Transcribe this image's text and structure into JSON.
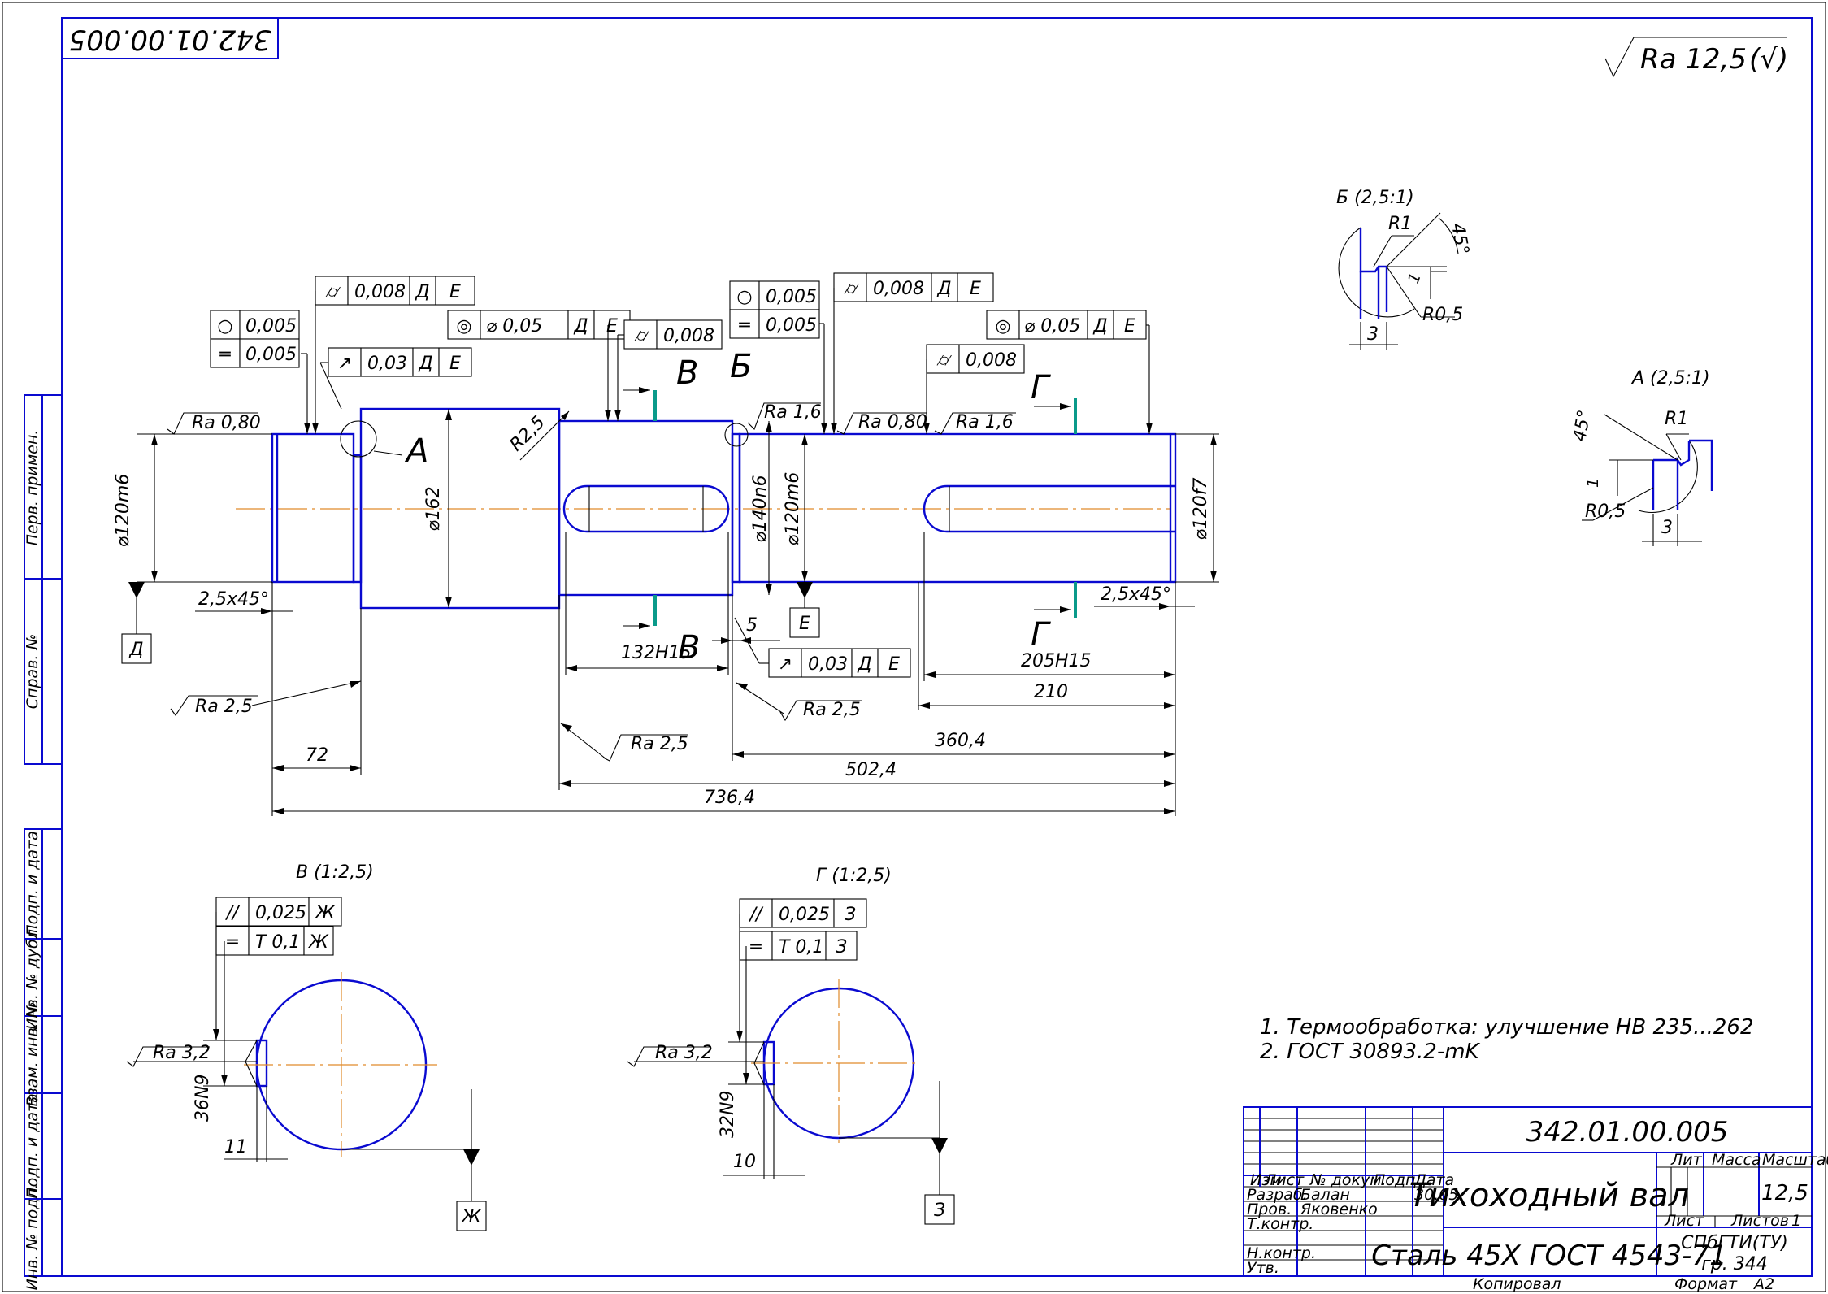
{
  "drawing": {
    "designation": "342.01.00.005",
    "designation_mirror": "342.01.00.005",
    "general_roughness": "Ra 12,5",
    "general_roughness_suffix": "(√)",
    "title": "Тихоходный вал",
    "material": "Сталь 45Х ГОСТ 4543-71",
    "organization": "СПбГТИ(ТУ)",
    "group": "гр. 344",
    "scale": "12,5",
    "sheets_label": "Листов",
    "sheets": "1",
    "sheet_label": "Лист",
    "lit_label": "Лит",
    "mass_label": "Масса",
    "scale_label": "Масштаб",
    "copied_label": "Копировал",
    "format_label": "Формат",
    "format": "A2"
  },
  "titleblock": {
    "col_izm": "Изм.",
    "col_list": "Лист",
    "col_doc": "№ докум.",
    "col_sign": "Подп.",
    "col_date": "Дата",
    "razrab": "Разраб.",
    "prov": "Пров.",
    "tkontr": "Т.контр.",
    "nkontr": "Н.контр.",
    "utv": "Утв.",
    "razrab_name": "Балан",
    "prov_name": "Яковенко",
    "razrab_date": "30.05"
  },
  "side_labels": {
    "perv": "Перв. примен.",
    "sprav": "Справ. №",
    "podp1": "Подп. и дата",
    "inv_dubl": "Инв. № дубл.",
    "vzam": "Взам. инв. №",
    "podp2": "Подп. и дата",
    "inv_podl": "Инв. № подл."
  },
  "notes": [
    "1. Термообработка: улучшение НВ 235...262",
    "2. ГОСТ 30893.2-mK"
  ],
  "dimensions": {
    "d_left": "⌀120m6",
    "d_collar": "⌀162",
    "d_mid": "⌀140n6",
    "d_mid2": "⌀120m6",
    "d_right": "⌀120f7",
    "chamfer_left": "2,5x45°",
    "chamfer_right": "2,5x45°",
    "len_72": "72",
    "keyway_1": "132H15",
    "len_5": "5",
    "keyway_2": "205H15",
    "len_210": "210",
    "len_3604": "360,4",
    "len_5024": "502,4",
    "len_7364": "736,4",
    "fillet": "R2,5"
  },
  "roughness": {
    "r1": "Ra 0,80",
    "r2": "Ra 2,5",
    "r3": "Ra 1,6",
    "r4": "Ra 0,80",
    "r5": "Ra 1,6",
    "r6": "Ra 2,5",
    "r7": "Ra 2,5",
    "r8": "Ra 3,2",
    "r9": "Ra 3,2"
  },
  "tolerances": {
    "t1_sym": "○",
    "t1_val": "0,005",
    "t2_sym": "═",
    "t2_val": "0,005",
    "t3_sym": "⌭",
    "t3_val": "0,008",
    "t3_ref1": "Д",
    "t3_ref2": "Е",
    "t4_sym": "◎",
    "t4_val": "⌀ 0,05",
    "t4_ref1": "Д",
    "t4_ref2": "Е",
    "t5_sym": "↗",
    "t5_val": "0,03",
    "t5_ref1": "Д",
    "t5_ref2": "Е",
    "t6_sym": "⌭",
    "t6_val": "0,008",
    "t7_sym": "○",
    "t7_val": "0,005",
    "t8_sym": "═",
    "t8_val": "0,005",
    "t9_sym": "⌭",
    "t9_val": "0,008",
    "t9_ref1": "Д",
    "t9_ref2": "Е",
    "t10_sym": "◎",
    "t10_val": "⌀ 0,05",
    "t10_ref1": "Д",
    "t10_ref2": "Е",
    "t11_sym": "⌭",
    "t11_val": "0,008",
    "t12_sym": "↗",
    "t12_val": "0,03",
    "t12_ref1": "Д",
    "t12_ref2": "Е",
    "t13_sym": "//",
    "t13_val": "0,025",
    "t13_ref": "Ж",
    "t14_sym": "═",
    "t14_val": "Т 0,1",
    "t14_ref": "Ж",
    "t15_sym": "//",
    "t15_val": "0,025",
    "t15_ref": "З",
    "t16_sym": "═",
    "t16_val": "Т 0,1",
    "t16_ref": "З"
  },
  "labels": {
    "detail_a": "А",
    "detail_b": "Б",
    "sec_v1": "В",
    "sec_v2": "В",
    "sec_g1": "Г",
    "sec_g2": "Г",
    "datum_d": "Д",
    "datum_e": "Е",
    "datum_zh": "Ж",
    "datum_z": "З"
  },
  "views": {
    "b_title": "Б (2,5:1)",
    "b_r1": "R1",
    "b_r05": "R0,5",
    "b_angle": "45°",
    "b_3": "3",
    "b_1": "1",
    "a_title": "А (2,5:1)",
    "a_r1": "R1",
    "a_r05": "R0,5",
    "a_angle": "45°",
    "a_3": "3",
    "a_1": "1",
    "v_title": "В (1:2,5)",
    "g_title": "Г (1:2,5)",
    "v_key": "36N9",
    "v_depth": "11",
    "g_key": "32N9",
    "g_depth": "10"
  }
}
